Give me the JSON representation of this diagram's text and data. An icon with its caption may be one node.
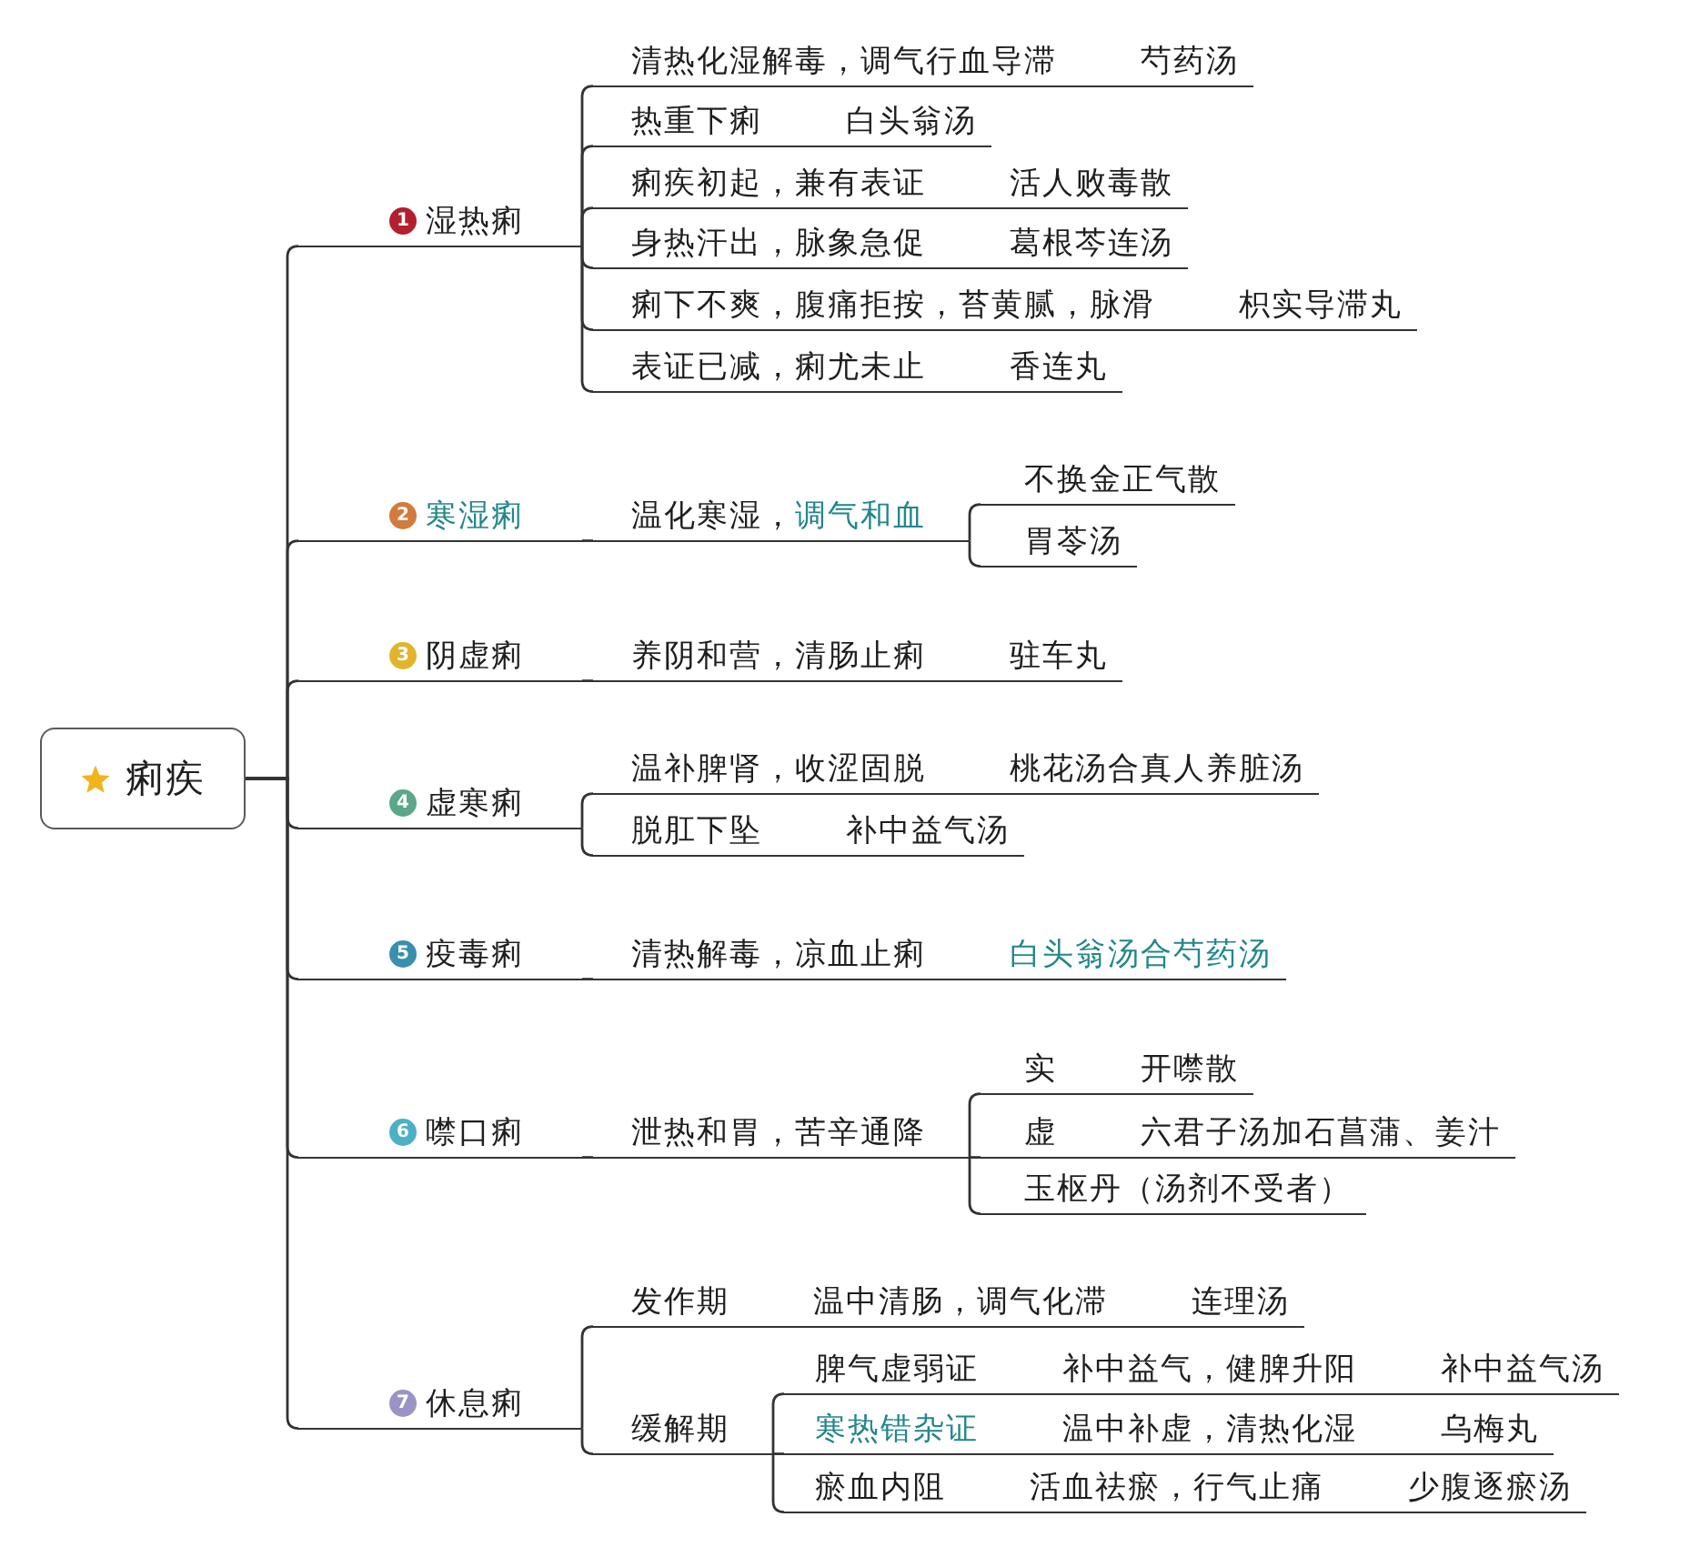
{
  "diagram": {
    "nodes": [
      {
        "text": [
          "痢疾"
        ]
      },
      {
        "text": [
          "1",
          "湿热痢"
        ]
      },
      {
        "text": [
          "清热化湿解毒，调气行血导滞",
          "芍药汤"
        ]
      },
      {
        "text": [
          "热重下痢",
          "白头翁汤"
        ]
      },
      {
        "text": [
          "痢疾初起，兼有表证",
          "活人败毒散"
        ]
      },
      {
        "text": [
          "身热汗出，脉象急促",
          "葛根芩连汤"
        ]
      },
      {
        "text": [
          "痢下不爽，腹痛拒按，苔黄腻，脉滑",
          "枳实导滞丸"
        ]
      },
      {
        "text": [
          "表证已减，痢尤未止",
          "香连丸"
        ]
      },
      {
        "text": [
          "2",
          "寒湿痢"
        ]
      },
      {
        "text": [
          "温化寒湿，调气和血"
        ]
      },
      {
        "text": [
          "不换金正气散"
        ]
      },
      {
        "text": [
          "胃苓汤"
        ]
      },
      {
        "text": [
          "3",
          "阴虚痢"
        ]
      },
      {
        "text": [
          "养阴和营，清肠止痢",
          "驻车丸"
        ]
      },
      {
        "text": [
          "4",
          "虚寒痢"
        ]
      },
      {
        "text": [
          "温补脾肾，收涩固脱",
          "桃花汤合真人养脏汤"
        ]
      },
      {
        "text": [
          "脱肛下坠",
          "补中益气汤"
        ]
      },
      {
        "text": [
          "5",
          "疫毒痢"
        ]
      },
      {
        "text": [
          "清热解毒，凉血止痢",
          "白头翁汤合芍药汤"
        ]
      },
      {
        "text": [
          "6",
          "噤口痢"
        ]
      },
      {
        "text": [
          "泄热和胃，苦辛通降"
        ]
      },
      {
        "text": [
          "实",
          "开噤散"
        ]
      },
      {
        "text": [
          "虚",
          "六君子汤加石菖蒲、姜汁"
        ]
      },
      {
        "text": [
          "玉枢丹（汤剂不受者）"
        ]
      },
      {
        "text": [
          "7",
          "休息痢"
        ]
      },
      {
        "text": [
          "发作期",
          "温中清肠，调气化滞",
          "连理汤"
        ]
      },
      {
        "text": [
          "缓解期"
        ]
      },
      {
        "text": [
          "脾气虚弱证",
          "补中益气，健脾升阳",
          "补中益气汤"
        ]
      },
      {
        "text": [
          "寒热错杂证",
          "温中补虚，清热化湿",
          "乌梅丸"
        ]
      },
      {
        "text": [
          "瘀血内阻",
          "活血祛瘀，行气止痛",
          "少腹逐瘀汤"
        ]
      }
    ],
    "edges": [
      {
        "from": 0,
        "to": 1,
        "arrow": "none"
      },
      {
        "from": 0,
        "to": 8,
        "arrow": "none"
      },
      {
        "from": 0,
        "to": 12,
        "arrow": "none"
      },
      {
        "from": 0,
        "to": 14,
        "arrow": "none"
      },
      {
        "from": 0,
        "to": 17,
        "arrow": "none"
      },
      {
        "from": 0,
        "to": 19,
        "arrow": "none"
      },
      {
        "from": 0,
        "to": 24,
        "arrow": "none"
      },
      {
        "from": 1,
        "to": 2,
        "arrow": "none"
      },
      {
        "from": 1,
        "to": 3,
        "arrow": "none"
      },
      {
        "from": 1,
        "to": 4,
        "arrow": "none"
      },
      {
        "from": 1,
        "to": 5,
        "arrow": "none"
      },
      {
        "from": 1,
        "to": 6,
        "arrow": "none"
      },
      {
        "from": 1,
        "to": 7,
        "arrow": "none"
      },
      {
        "from": 8,
        "to": 9,
        "arrow": "none"
      },
      {
        "from": 9,
        "to": 10,
        "arrow": "none"
      },
      {
        "from": 9,
        "to": 11,
        "arrow": "none"
      },
      {
        "from": 12,
        "to": 13,
        "arrow": "none"
      },
      {
        "from": 14,
        "to": 15,
        "arrow": "none"
      },
      {
        "from": 14,
        "to": 16,
        "arrow": "none"
      },
      {
        "from": 17,
        "to": 18,
        "arrow": "none"
      },
      {
        "from": 19,
        "to": 20,
        "arrow": "none"
      },
      {
        "from": 20,
        "to": 21,
        "arrow": "none"
      },
      {
        "from": 20,
        "to": 22,
        "arrow": "none"
      },
      {
        "from": 20,
        "to": 23,
        "arrow": "none"
      },
      {
        "from": 24,
        "to": 25,
        "arrow": "none"
      },
      {
        "from": 24,
        "to": 26,
        "arrow": "none"
      },
      {
        "from": 26,
        "to": 27,
        "arrow": "none"
      },
      {
        "from": 26,
        "to": 28,
        "arrow": "none"
      },
      {
        "from": 26,
        "to": 29,
        "arrow": "none"
      }
    ]
  }
}
